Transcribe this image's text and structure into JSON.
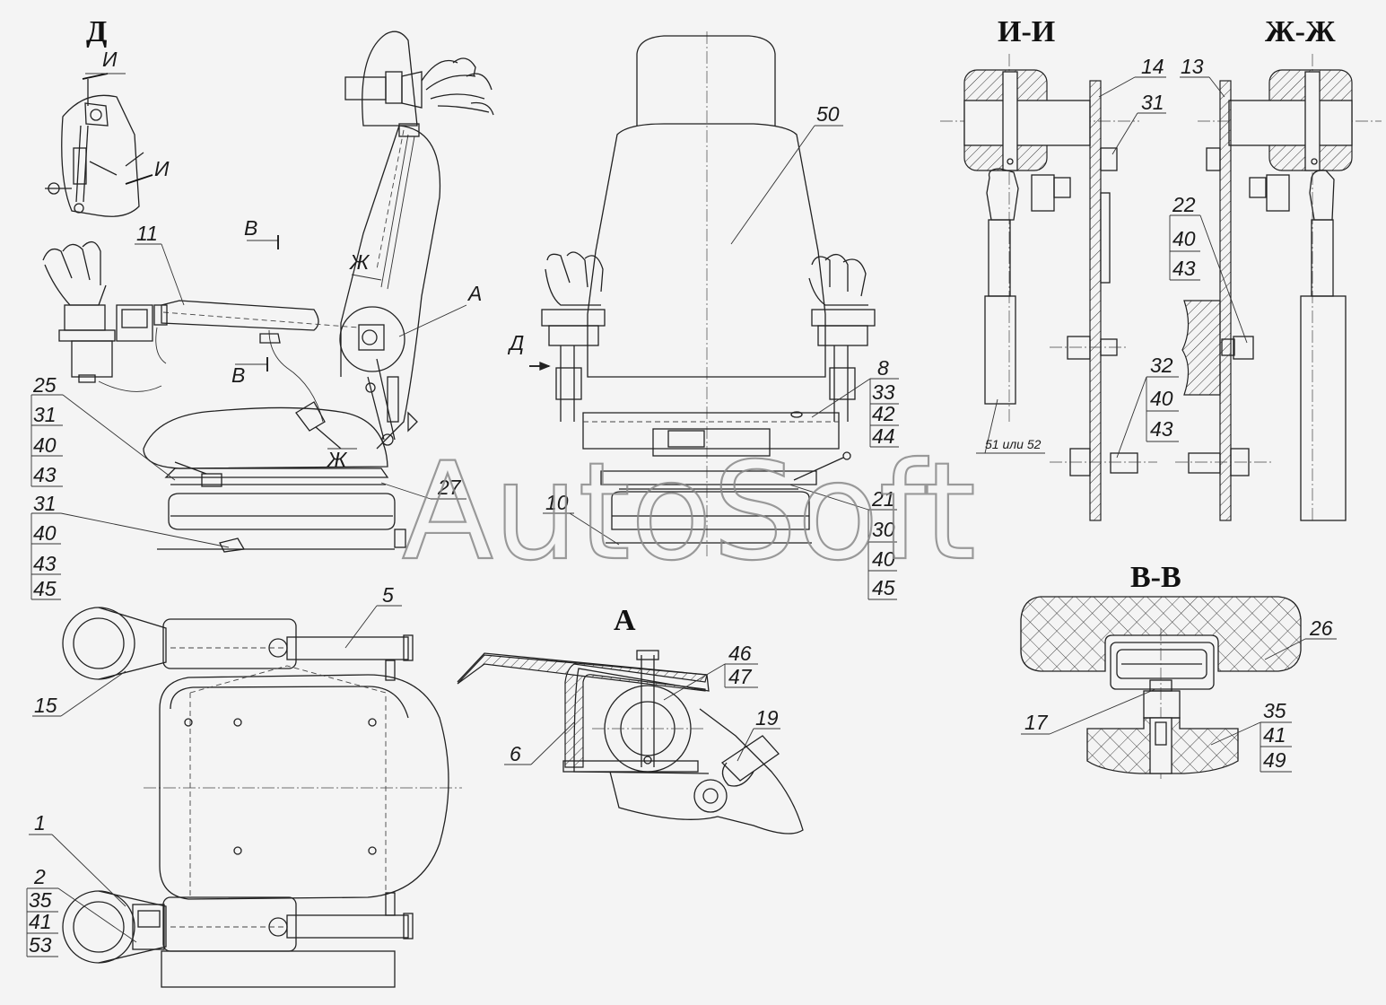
{
  "titles": {
    "view_d": "Д",
    "section_ii": "И-И",
    "section_zhzh": "Ж-Ж",
    "view_a": "А",
    "section_vv": "В-В"
  },
  "cut_marks": {
    "i_top": "И",
    "i_side": "И",
    "v_top": "В",
    "v_bottom": "В",
    "zh_top": "Ж",
    "zh_bottom": "Ж",
    "a_callout": "А",
    "d_arrow": "Д"
  },
  "callouts": {
    "c11": "11",
    "c25": "25",
    "c31a": "31",
    "c40a": "40",
    "c43a": "43",
    "c31b": "31",
    "c40b": "40",
    "c43b": "43",
    "c45b": "45",
    "c27": "27",
    "c50": "50",
    "c8": "8",
    "c33": "33",
    "c42": "42",
    "c44": "44",
    "c10": "10",
    "c21": "21",
    "c30": "30",
    "c40c": "40",
    "c45c": "45",
    "c14": "14",
    "c31c": "31",
    "c13": "13",
    "c22": "22",
    "c40d": "40",
    "c43d": "43",
    "c32": "32",
    "c40e": "40",
    "c43e": "43",
    "c51": "51 или 52",
    "c5": "5",
    "c15": "15",
    "c1": "1",
    "c2": "2",
    "c35a": "35",
    "c41a": "41",
    "c53": "53",
    "c46": "46",
    "c47": "47",
    "c19": "19",
    "c6": "6",
    "c26": "26",
    "c17": "17",
    "c35b": "35",
    "c41b": "41",
    "c49": "49"
  },
  "watermark": "AutoSoft"
}
